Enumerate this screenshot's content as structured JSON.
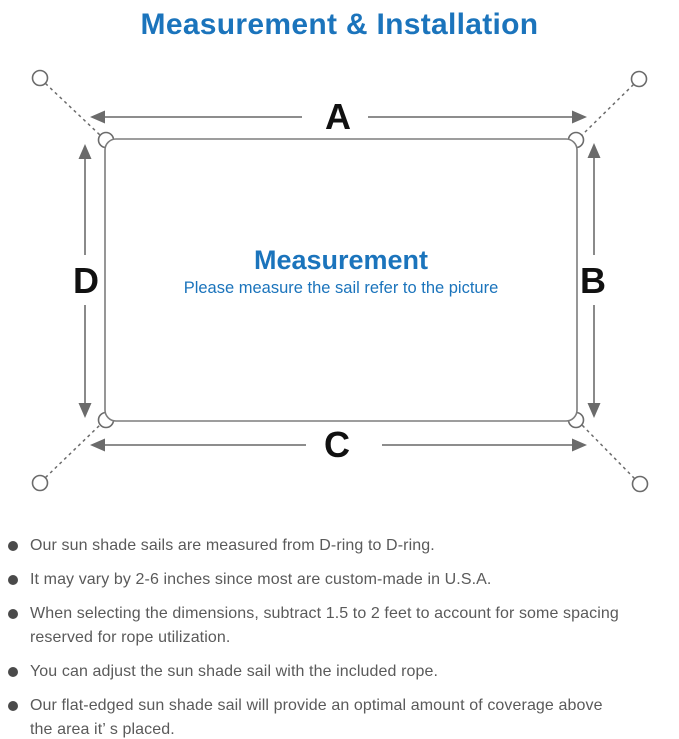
{
  "header": {
    "title": "Measurement & Installation"
  },
  "diagram": {
    "label_top": "A",
    "label_right": "B",
    "label_bottom": "C",
    "label_left": "D",
    "center_title": "Measurement",
    "center_subtitle": "Please measure the sail refer to the picture"
  },
  "notes": [
    "Our sun shade sails are measured from D-ring to D-ring.",
    "It may vary by 2-6 inches since most are custom-made in U.S.A.",
    "When selecting the dimensions, subtract 1.5 to 2 feet to account for some spacing\nreserved for rope utilization.",
    "You can adjust the sun shade sail with the included rope.",
    "Our flat-edged sun shade sail will provide an optimal amount of coverage above\nthe area it’ s placed."
  ],
  "colors": {
    "accent_blue": "#1b74bc",
    "line_gray": "#7d7d7d",
    "arrow_gray": "#6b6b6b",
    "note_text_gray": "#5a5a5a",
    "bullet_dot_gray": "#4a4a4a",
    "label_black": "#111111"
  }
}
